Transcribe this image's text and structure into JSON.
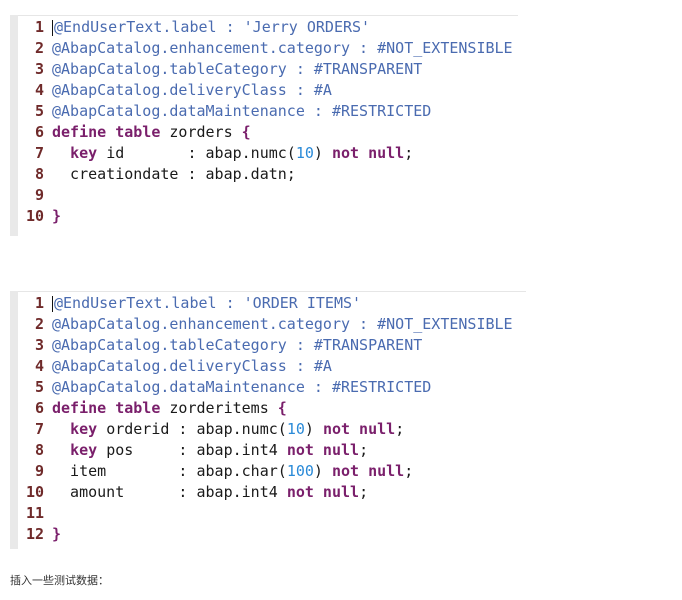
{
  "block1": {
    "lines": [
      {
        "n": "1",
        "segs": [
          [
            "ann",
            "@EndUserText.label : 'Jerry ORDERS'"
          ]
        ]
      },
      {
        "n": "2",
        "segs": [
          [
            "ann",
            "@AbapCatalog.enhancement.category : #NOT_EXTENSIBLE"
          ]
        ]
      },
      {
        "n": "3",
        "segs": [
          [
            "ann",
            "@AbapCatalog.tableCategory : #TRANSPARENT"
          ]
        ]
      },
      {
        "n": "4",
        "segs": [
          [
            "ann",
            "@AbapCatalog.deliveryClass : #A"
          ]
        ]
      },
      {
        "n": "5",
        "segs": [
          [
            "ann",
            "@AbapCatalog.dataMaintenance : #RESTRICTED"
          ]
        ]
      },
      {
        "n": "6",
        "segs": [
          [
            "kw",
            "define table "
          ],
          [
            "plain",
            "zorders "
          ],
          [
            "kw",
            "{"
          ]
        ]
      },
      {
        "n": "7",
        "segs": [
          [
            "plain",
            "  "
          ],
          [
            "kw",
            "key "
          ],
          [
            "plain",
            "id       : abap.numc("
          ],
          [
            "num",
            "10"
          ],
          [
            "plain",
            ") "
          ],
          [
            "kw",
            "not null"
          ],
          [
            "plain",
            ";"
          ]
        ]
      },
      {
        "n": "8",
        "segs": [
          [
            "plain",
            "  creationdate : abap.datn;"
          ]
        ]
      },
      {
        "n": "9",
        "segs": []
      },
      {
        "n": "10",
        "segs": [
          [
            "kw",
            "}"
          ]
        ]
      }
    ]
  },
  "block2": {
    "lines": [
      {
        "n": "1",
        "segs": [
          [
            "ann",
            "@EndUserText.label : 'ORDER ITEMS'"
          ]
        ]
      },
      {
        "n": "2",
        "segs": [
          [
            "ann",
            "@AbapCatalog.enhancement.category : #NOT_EXTENSIBLE"
          ]
        ]
      },
      {
        "n": "3",
        "segs": [
          [
            "ann",
            "@AbapCatalog.tableCategory : #TRANSPARENT"
          ]
        ]
      },
      {
        "n": "4",
        "segs": [
          [
            "ann",
            "@AbapCatalog.deliveryClass : #A"
          ]
        ]
      },
      {
        "n": "5",
        "segs": [
          [
            "ann",
            "@AbapCatalog.dataMaintenance : #RESTRICTED"
          ]
        ]
      },
      {
        "n": "6",
        "segs": [
          [
            "kw",
            "define table "
          ],
          [
            "plain",
            "zorderitems "
          ],
          [
            "kw",
            "{"
          ]
        ]
      },
      {
        "n": "7",
        "segs": [
          [
            "plain",
            "  "
          ],
          [
            "kw",
            "key "
          ],
          [
            "plain",
            "orderid : abap.numc("
          ],
          [
            "num",
            "10"
          ],
          [
            "plain",
            ") "
          ],
          [
            "kw",
            "not null"
          ],
          [
            "plain",
            ";"
          ]
        ]
      },
      {
        "n": "8",
        "segs": [
          [
            "plain",
            "  "
          ],
          [
            "kw",
            "key "
          ],
          [
            "plain",
            "pos     : abap.int4 "
          ],
          [
            "kw",
            "not null"
          ],
          [
            "plain",
            ";"
          ]
        ]
      },
      {
        "n": "9",
        "segs": [
          [
            "plain",
            "  item        : abap.char("
          ],
          [
            "num",
            "100"
          ],
          [
            "plain",
            ") "
          ],
          [
            "kw",
            "not null"
          ],
          [
            "plain",
            ";"
          ]
        ]
      },
      {
        "n": "10",
        "segs": [
          [
            "plain",
            "  amount      : abap.int4 "
          ],
          [
            "kw",
            "not null"
          ],
          [
            "plain",
            ";"
          ]
        ]
      },
      {
        "n": "11",
        "segs": []
      },
      {
        "n": "12",
        "segs": [
          [
            "kw",
            "}"
          ]
        ]
      }
    ]
  },
  "caption": "插入一些测试数据："
}
